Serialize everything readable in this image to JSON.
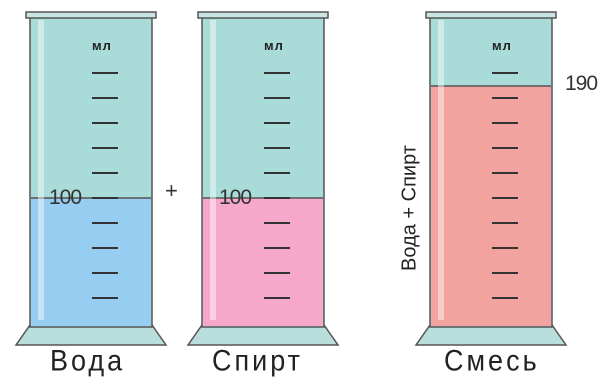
{
  "cylinders": [
    {
      "name": "water",
      "label": "Вода",
      "value": "100",
      "unit": "мл",
      "liquid_color": "#96cdf0",
      "liquid_fraction": 0.48
    },
    {
      "name": "spirit",
      "label": "Спирт",
      "value": "100",
      "unit": "мл",
      "liquid_color": "#f5a8c9",
      "liquid_fraction": 0.48
    },
    {
      "name": "mixture",
      "label": "Смесь",
      "value": "190",
      "unit": "мл",
      "side_label": "Вода + Спирт",
      "liquid_color": "#f2a3a0",
      "liquid_fraction": 0.9
    }
  ],
  "operator": "+",
  "colors": {
    "empty_glass": "#a9dcd8",
    "outline": "#555555",
    "tick": "#333333"
  }
}
